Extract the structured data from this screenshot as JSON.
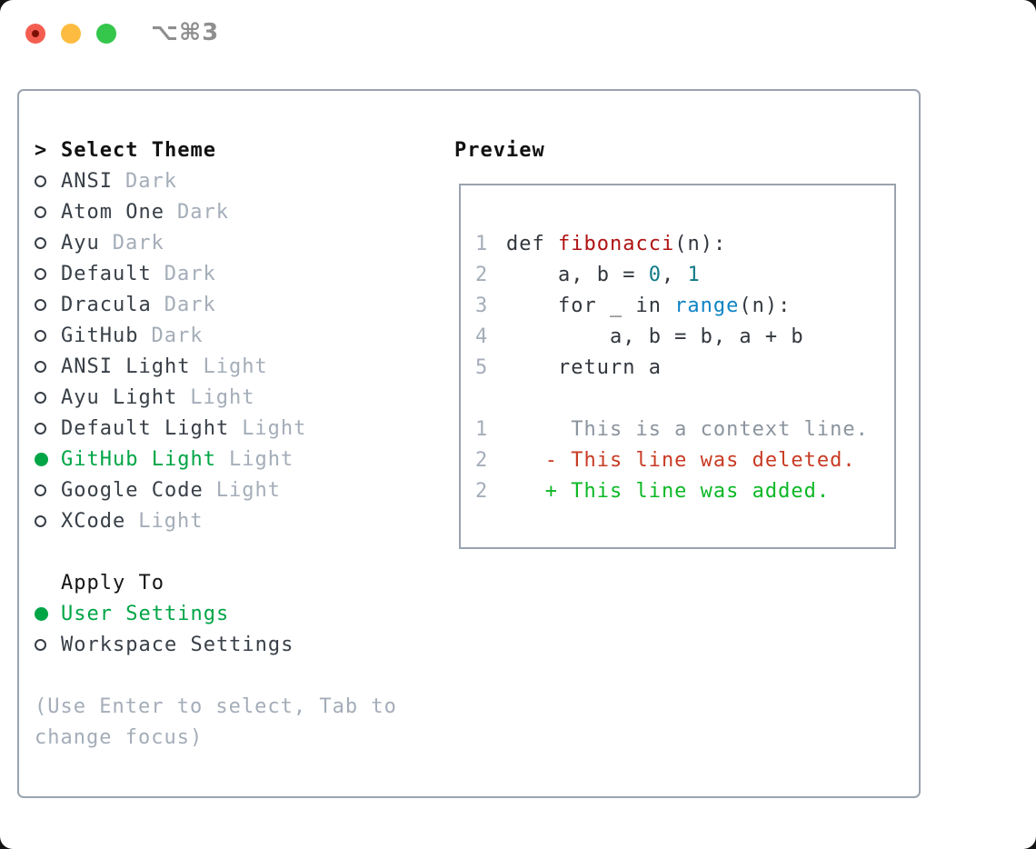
{
  "titlebar": {
    "title": "⌥⌘3",
    "buttons": [
      "close",
      "minimize",
      "zoom"
    ]
  },
  "theme_picker": {
    "prompt": ">",
    "title": "Select Theme",
    "items": [
      {
        "label": "ANSI",
        "tag": "Dark",
        "selected": false
      },
      {
        "label": "Atom One",
        "tag": "Dark",
        "selected": false
      },
      {
        "label": "Ayu",
        "tag": "Dark",
        "selected": false
      },
      {
        "label": "Default",
        "tag": "Dark",
        "selected": false
      },
      {
        "label": "Dracula",
        "tag": "Dark",
        "selected": false
      },
      {
        "label": "GitHub",
        "tag": "Dark",
        "selected": false
      },
      {
        "label": "ANSI Light",
        "tag": "Light",
        "selected": false
      },
      {
        "label": "Ayu Light",
        "tag": "Light",
        "selected": false
      },
      {
        "label": "Default Light",
        "tag": "Light",
        "selected": false
      },
      {
        "label": "GitHub Light",
        "tag": "Light",
        "selected": true
      },
      {
        "label": "Google Code",
        "tag": "Light",
        "selected": false
      },
      {
        "label": "XCode",
        "tag": "Light",
        "selected": false
      }
    ]
  },
  "apply_to": {
    "title": "Apply To",
    "options": [
      {
        "label": "User Settings",
        "selected": true
      },
      {
        "label": "Workspace Settings",
        "selected": false
      }
    ]
  },
  "hint": {
    "line1": "(Use Enter to select, Tab to",
    "line2": "change focus)"
  },
  "preview": {
    "title": "Preview",
    "code_lines": [
      {
        "num": "1",
        "segments": [
          {
            "text": "def ",
            "color": "code"
          },
          {
            "text": "fibonacci",
            "color": "function"
          },
          {
            "text": "(n):",
            "color": "code"
          }
        ]
      },
      {
        "num": "2",
        "segments": [
          {
            "text": "    a, b = ",
            "color": "code"
          },
          {
            "text": "0",
            "color": "number"
          },
          {
            "text": ", ",
            "color": "code"
          },
          {
            "text": "1",
            "color": "number"
          }
        ]
      },
      {
        "num": "3",
        "segments": [
          {
            "text": "    for _ in ",
            "color": "code"
          },
          {
            "text": "range",
            "color": "builtin"
          },
          {
            "text": "(n):",
            "color": "code"
          }
        ]
      },
      {
        "num": "4",
        "segments": [
          {
            "text": "        a, b = b, a + b",
            "color": "code"
          }
        ]
      },
      {
        "num": "5",
        "segments": [
          {
            "text": "    return a",
            "color": "code"
          }
        ]
      },
      {
        "num": "",
        "segments": []
      },
      {
        "num": "1",
        "segments": [
          {
            "text": "     This is a context line.",
            "color": "context"
          }
        ]
      },
      {
        "num": "2",
        "segments": [
          {
            "text": "   - This line was deleted.",
            "color": "deleted"
          }
        ]
      },
      {
        "num": "2",
        "segments": [
          {
            "text": "   + This line was added.",
            "color": "added"
          }
        ]
      }
    ]
  },
  "colors": {
    "accent_green": "#00a546",
    "added_green": "#0cb826",
    "deleted_red": "#c83b23",
    "function_red": "#af1313",
    "builtin_blue": "#0e84c4",
    "number_teal": "#0f7b85",
    "code_default": "#32373e",
    "context_gray": "#8b949e",
    "muted_gray": "#a4adb8",
    "text_dark": "#383f47",
    "border_gray": "#9aa3ae",
    "traffic_red": "#f35e51",
    "traffic_red_dot": "#7d1005",
    "traffic_yellow": "#fdbc40",
    "traffic_green": "#35c64c",
    "title_gray": "#8e8e8e"
  }
}
